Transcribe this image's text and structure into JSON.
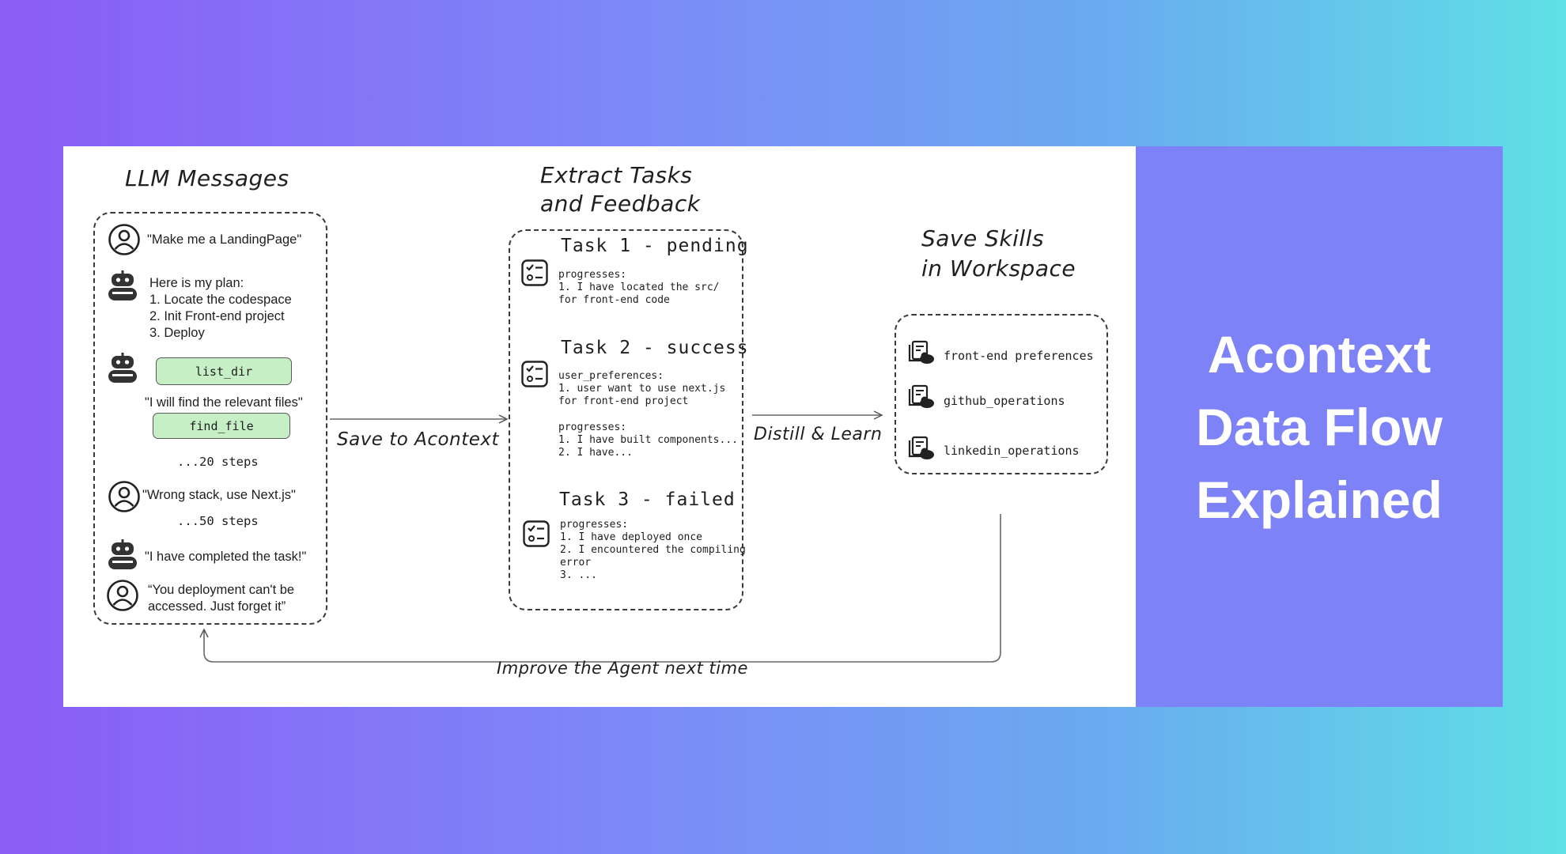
{
  "title": {
    "line1": "Acontext",
    "line2": "Data Flow",
    "line3": "Explained"
  },
  "columns": {
    "messages_title": "LLM Messages",
    "tasks_title_1": "Extract Tasks",
    "tasks_title_2": "and Feedback",
    "skills_title_1": "Save Skills",
    "skills_title_2": "in Workspace"
  },
  "messages": {
    "m1": "\"Make me a LandingPage\"",
    "plan_intro": "Here is my plan:",
    "plan_1": "1. Locate the codespace",
    "plan_2": "2. Init Front-end project",
    "plan_3": "3. Deploy",
    "tool_1": "list_dir",
    "m_files": "\"I will find the relevant files\"",
    "tool_2": "find_file",
    "steps_20": "...20 steps",
    "m_wrong": "\"Wrong stack, use Next.js\"",
    "steps_50": "...50 steps",
    "m_done": "\"I have completed the task!\"",
    "m_deploy_1": "“You deployment can't be",
    "m_deploy_2": "accessed. Just forget it”"
  },
  "tasks": {
    "t1_title": "Task 1 - pending",
    "t1_l1": "progresses:",
    "t1_l2": "1. I have located the src/",
    "t1_l3": "for front-end code",
    "t2_title": "Task 2 - success",
    "t2_l1": "user_preferences:",
    "t2_l2": "1. user want to use next.js",
    "t2_l3": "for front-end project",
    "t2_l4": "progresses:",
    "t2_l5": "1. I have built components...",
    "t2_l6": "2. I have...",
    "t3_title": "Task 3 - failed",
    "t3_l1": "progresses:",
    "t3_l2": "1. I have deployed once",
    "t3_l3": "2. I encountered the compiling",
    "t3_l4": "error",
    "t3_l5": "3. ..."
  },
  "skills": {
    "s1": "front-end preferences",
    "s2": "github_operations",
    "s3": "linkedin_operations"
  },
  "arrows": {
    "save": "Save to Acontext",
    "distill": "Distill & Learn",
    "improve": "Improve the Agent next time"
  },
  "icons": [
    "user-icon",
    "robot-icon",
    "checklist-icon",
    "skill-folder-icon"
  ],
  "colors": {
    "panel_purple": "#7d82f6",
    "tool_pill": "#c7efc6"
  }
}
